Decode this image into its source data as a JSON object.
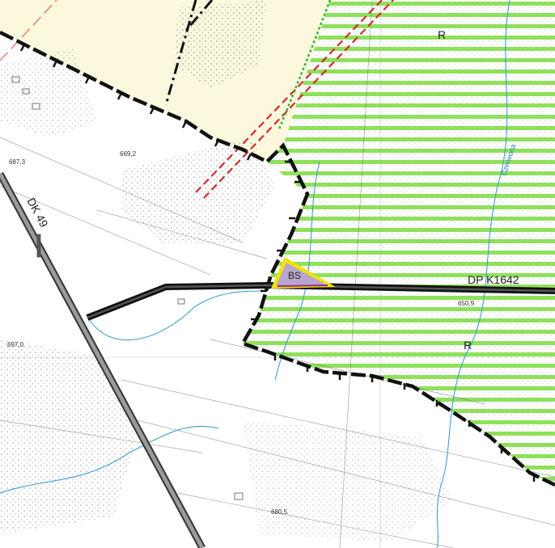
{
  "map": {
    "zone_labels": [
      "R",
      "R"
    ],
    "area_label": "BS",
    "roads": {
      "national": "DK 49",
      "district": "DP K1642"
    },
    "elevations": [
      "687,3",
      "669,2",
      "697,0",
      "650,9",
      "680,5"
    ],
    "stream_name": "Czerwona",
    "colors": {
      "hatch_green": "#8fe05a",
      "boundary": "#111111",
      "area_fill": "#b9a6cc",
      "area_outline": "#f2e200",
      "area_edge": "#8e2a8e",
      "planned_road": "#d42a2a",
      "stream": "#3f9fd0",
      "parcel_tint": "#fbf8de"
    }
  }
}
